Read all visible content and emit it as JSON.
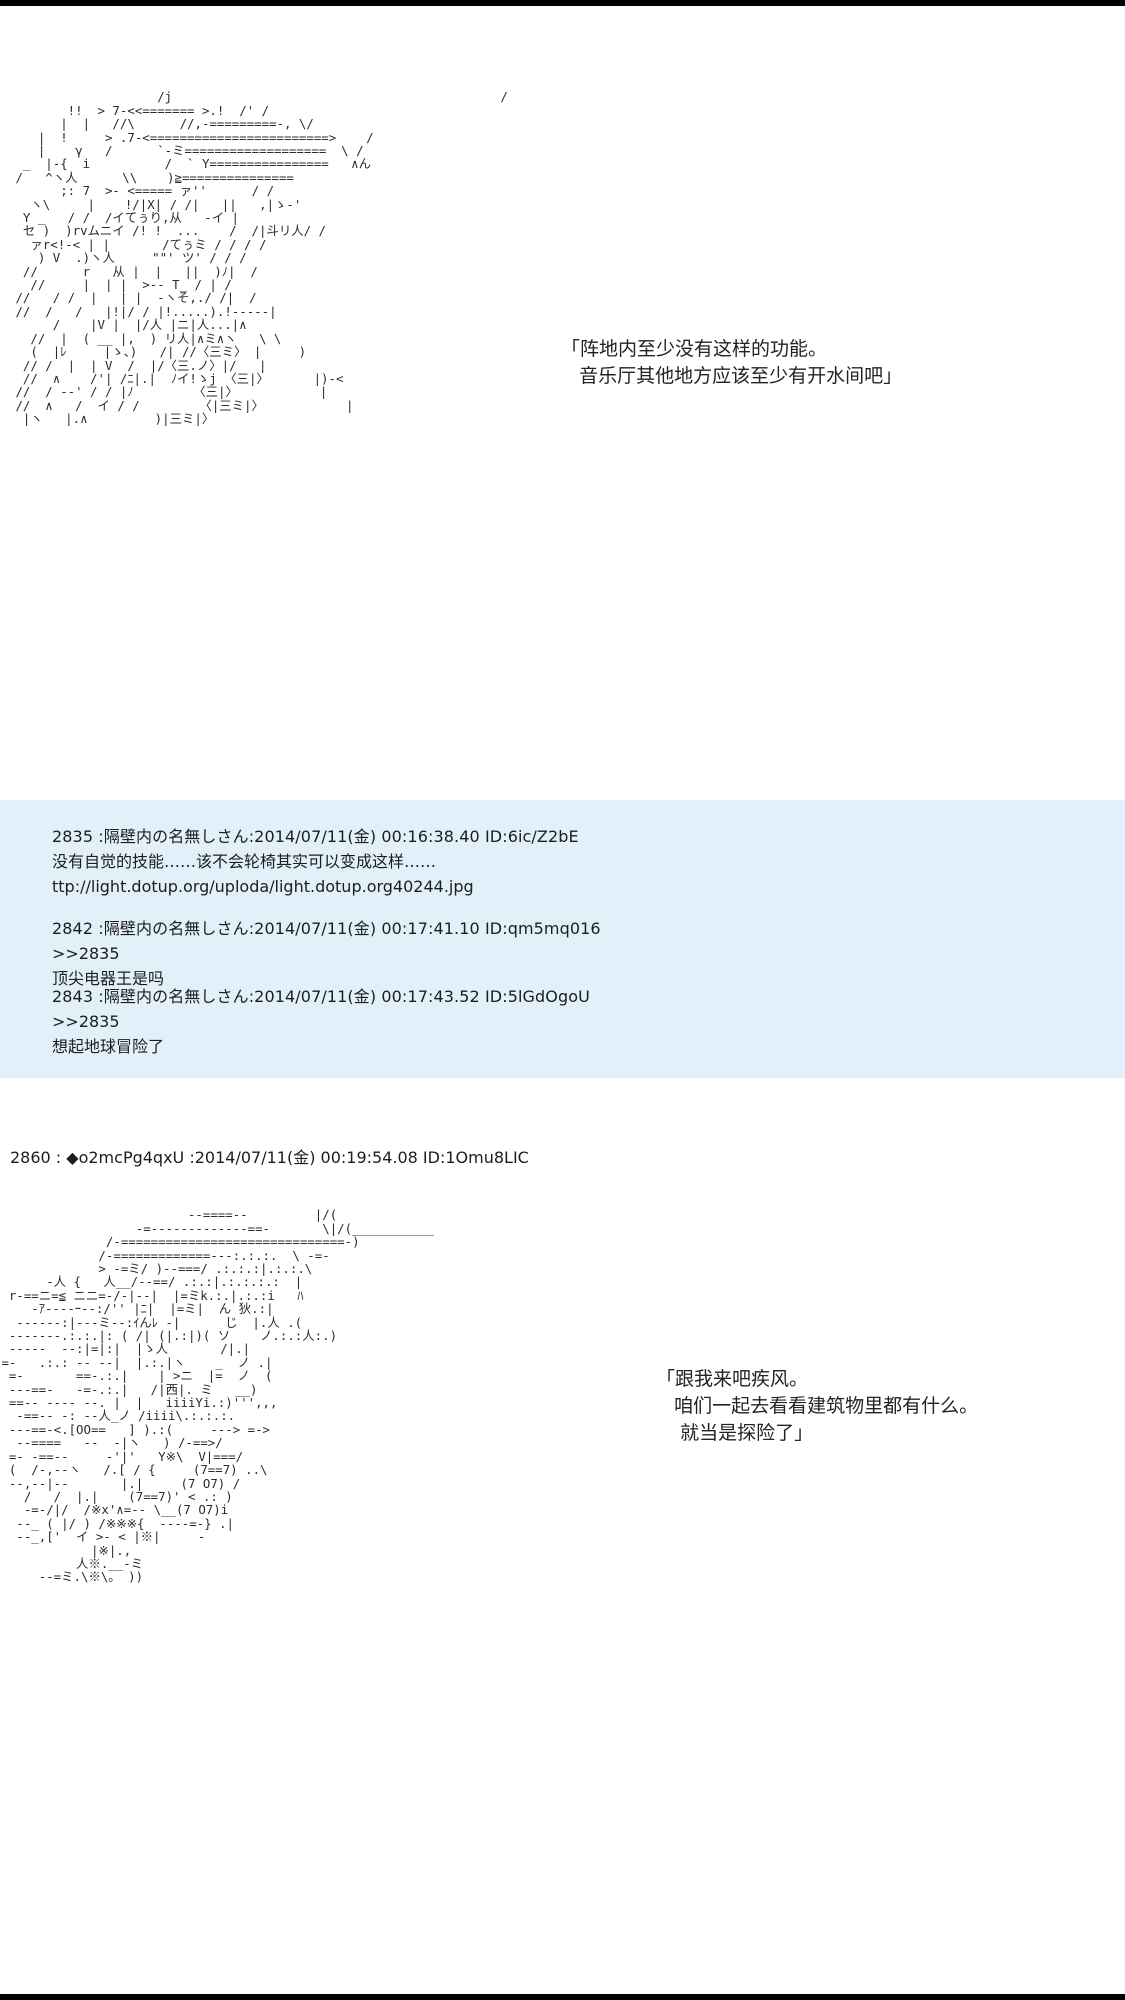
{
  "page": {
    "top_rule_color": "#000000",
    "bottom_rule_color": "#000000",
    "background": "#ffffff",
    "comment_block_background": "#e2f0fa"
  },
  "art": {
    "top_label": "wheelchair-character-ascii-art",
    "top": "                    /j                                            /\n        !!  > 7-<<======= >.!  /' /\n       |  |   //\\      //,-=========-, \\/\n    |  !     > .7-<========================>    /\n    |    γ   /      `‐ミ===================  \\ /\n  _  |-{  i          /  ` Y================   ∧ん\n /   ^ヽ人      \\\\    )≧===============\n       ;: 7  >- <===== ァ''      / /\n   ヽ\\     |    !/|X| / /|   ||   ,|ゝ-'\n  Y _   / /  /イてぅり,从   ‐イ |\n  セ )  )rvムニイ /! !  ...    /  /|斗リ人/ /\n   ァr<!-< | |       /てぅミ / / / /\n    ) V  .)ヽ人     \"\"' ツ' / / /\n  //      r   从 |  |   ||  )ﾉ|  /\n   //     |  | |  >-- T_ / | /\n //   / /  |   | |  ‐ヽそ,./ /|  /\n //  /   /   |!|/ / |!.....).!-----|\n      /    |V |  |/人 |ニ|人...|∧\n   //  |  ( __ |,  ) リ人|∧ミ∧ヽ   \\ \\\n   (  |ﾚ     |ゝ、)   /| //〈三ミ〉 |     )\n  // /  |  | V  /  |/〈三.ノ〉|/   |\n  //  ∧    /'| /ﾆ|.|  ﾉイ!ゝj 〈三|〉      |)-<\n //  / ‐‐' / / |ﾉ        〈三|〉           |\n //  ∧   /  イ / /        〈|三ミ|〉           |\n  |ヽ   |.∧         )|三ミ|〉",
    "bottom_label": "hero-character-ascii-art",
    "bottom": "                          --====--         |/(\n                   -=-------------==-       \\|/(___________\n               /-==============================-)\n              /-=============---:.:.:.  \\ -=-\n              > -=ミ/ )--===/ .:.:.:|.:.:.\\\n       -人 {   人__/--==/ .:.:|.:.:.:.:  |\n  r-==ニ=≦ ニニ=-/-|--|  |=ミk.:.|.:.:i   ﾊ\n     -ｱ----ｰ--:/'' |ﾆ|  |=ミ|  ん 狄.:|\n   ------:|---ミ--:ｲんﾚ -|      じ  |.人 .(\n  -------.:.:.|: ( /| (|.:|)( ソ    ノ.:.:人:.)\n  -----  --:|=|:|  |ゝ人       /|.|\n =-   .:.: -- --|  |.:.|ヽ    _  ノ .|\n  =-       ==-.:.|    | >ニ  |=  ノ  (\n  ---==-   -=-.:.|   /|西|. ミ   __)\n  ==-- ---- --. |  |   iiiiYi.:)''',,,\n   -==-- -: --人_ノ /iiii\\.:.:.:.\n  ---==-<.[OO==   ] ).:(     ---> =->\n   --====   --  -|ヽ   ) /-==>/\n  =- -==--     -'|'   Y※\\  V|===/\n  (  /-,--ヽ   /.[ / {     (7==7) ..\\\n  --,--|--       |.|     (7 O7) /\n    /   /  |.|    (7==7)' < .: )\n    -=-/|/  /※x'∧=-- \\__(7 O7)i\n   --_ ( |/ ) /※※※{  ----=-} .|\n   --_,['  イ >- < |※|     ‐\n             |※|.,\n           人※.__-ミ\n      --=ミ.\\※\\。 ))"
  },
  "speech": {
    "top": "「阵地内至少没有这样的功能。\n   音乐厅其他地方应该至少有开水间吧」",
    "bottom": "「跟我来吧疾风。\n   咱们一起去看看建筑物里都有什么。\n    就当是探险了」"
  },
  "comments": [
    {
      "number": "2835",
      "separator": " :",
      "name": "隔壁内の名無しさん",
      "date": "2014/07/11(金)",
      "time": "00:16:38.40",
      "id": "ID:6ic/Z2bE",
      "meta": "2835 :隔壁内の名無しさん:2014/07/11(金) 00:16:38.40 ID:6ic/Z2bE",
      "lines": [
        "没有自觉的技能……该不会轮椅其实可以变成这样……",
        "ttp://light.dotup.org/uploda/light.dotup.org40244.jpg"
      ]
    },
    {
      "number": "2842",
      "separator": " :",
      "name": "隔壁内の名無しさん",
      "date": "2014/07/11(金)",
      "time": "00:17:41.10",
      "id": "ID:qm5mq016",
      "meta": "2842 :隔壁内の名無しさん:2014/07/11(金) 00:17:41.10 ID:qm5mq016",
      "lines": [
        ">>2835",
        "顶尖电器王是吗"
      ]
    },
    {
      "number": "2843",
      "separator": " :",
      "name": "隔壁内の名無しさん",
      "date": "2014/07/11(金)",
      "time": "00:17:43.52",
      "id": "ID:5lGdOgoU",
      "meta": "2843 :隔壁内の名無しさん:2014/07/11(金) 00:17:43.52 ID:5lGdOgoU",
      "lines": [
        ">>2835",
        "想起地球冒险了"
      ]
    }
  ],
  "post_header": {
    "number": "2860",
    "tripcode": "◆o2mcPg4qxU",
    "date": "2014/07/11(金)",
    "time": "00:19:54.08",
    "id": "ID:1Omu8LIC",
    "full": "2860 : ◆o2mcPg4qxU :2014/07/11(金) 00:19:54.08 ID:1Omu8LIC"
  }
}
